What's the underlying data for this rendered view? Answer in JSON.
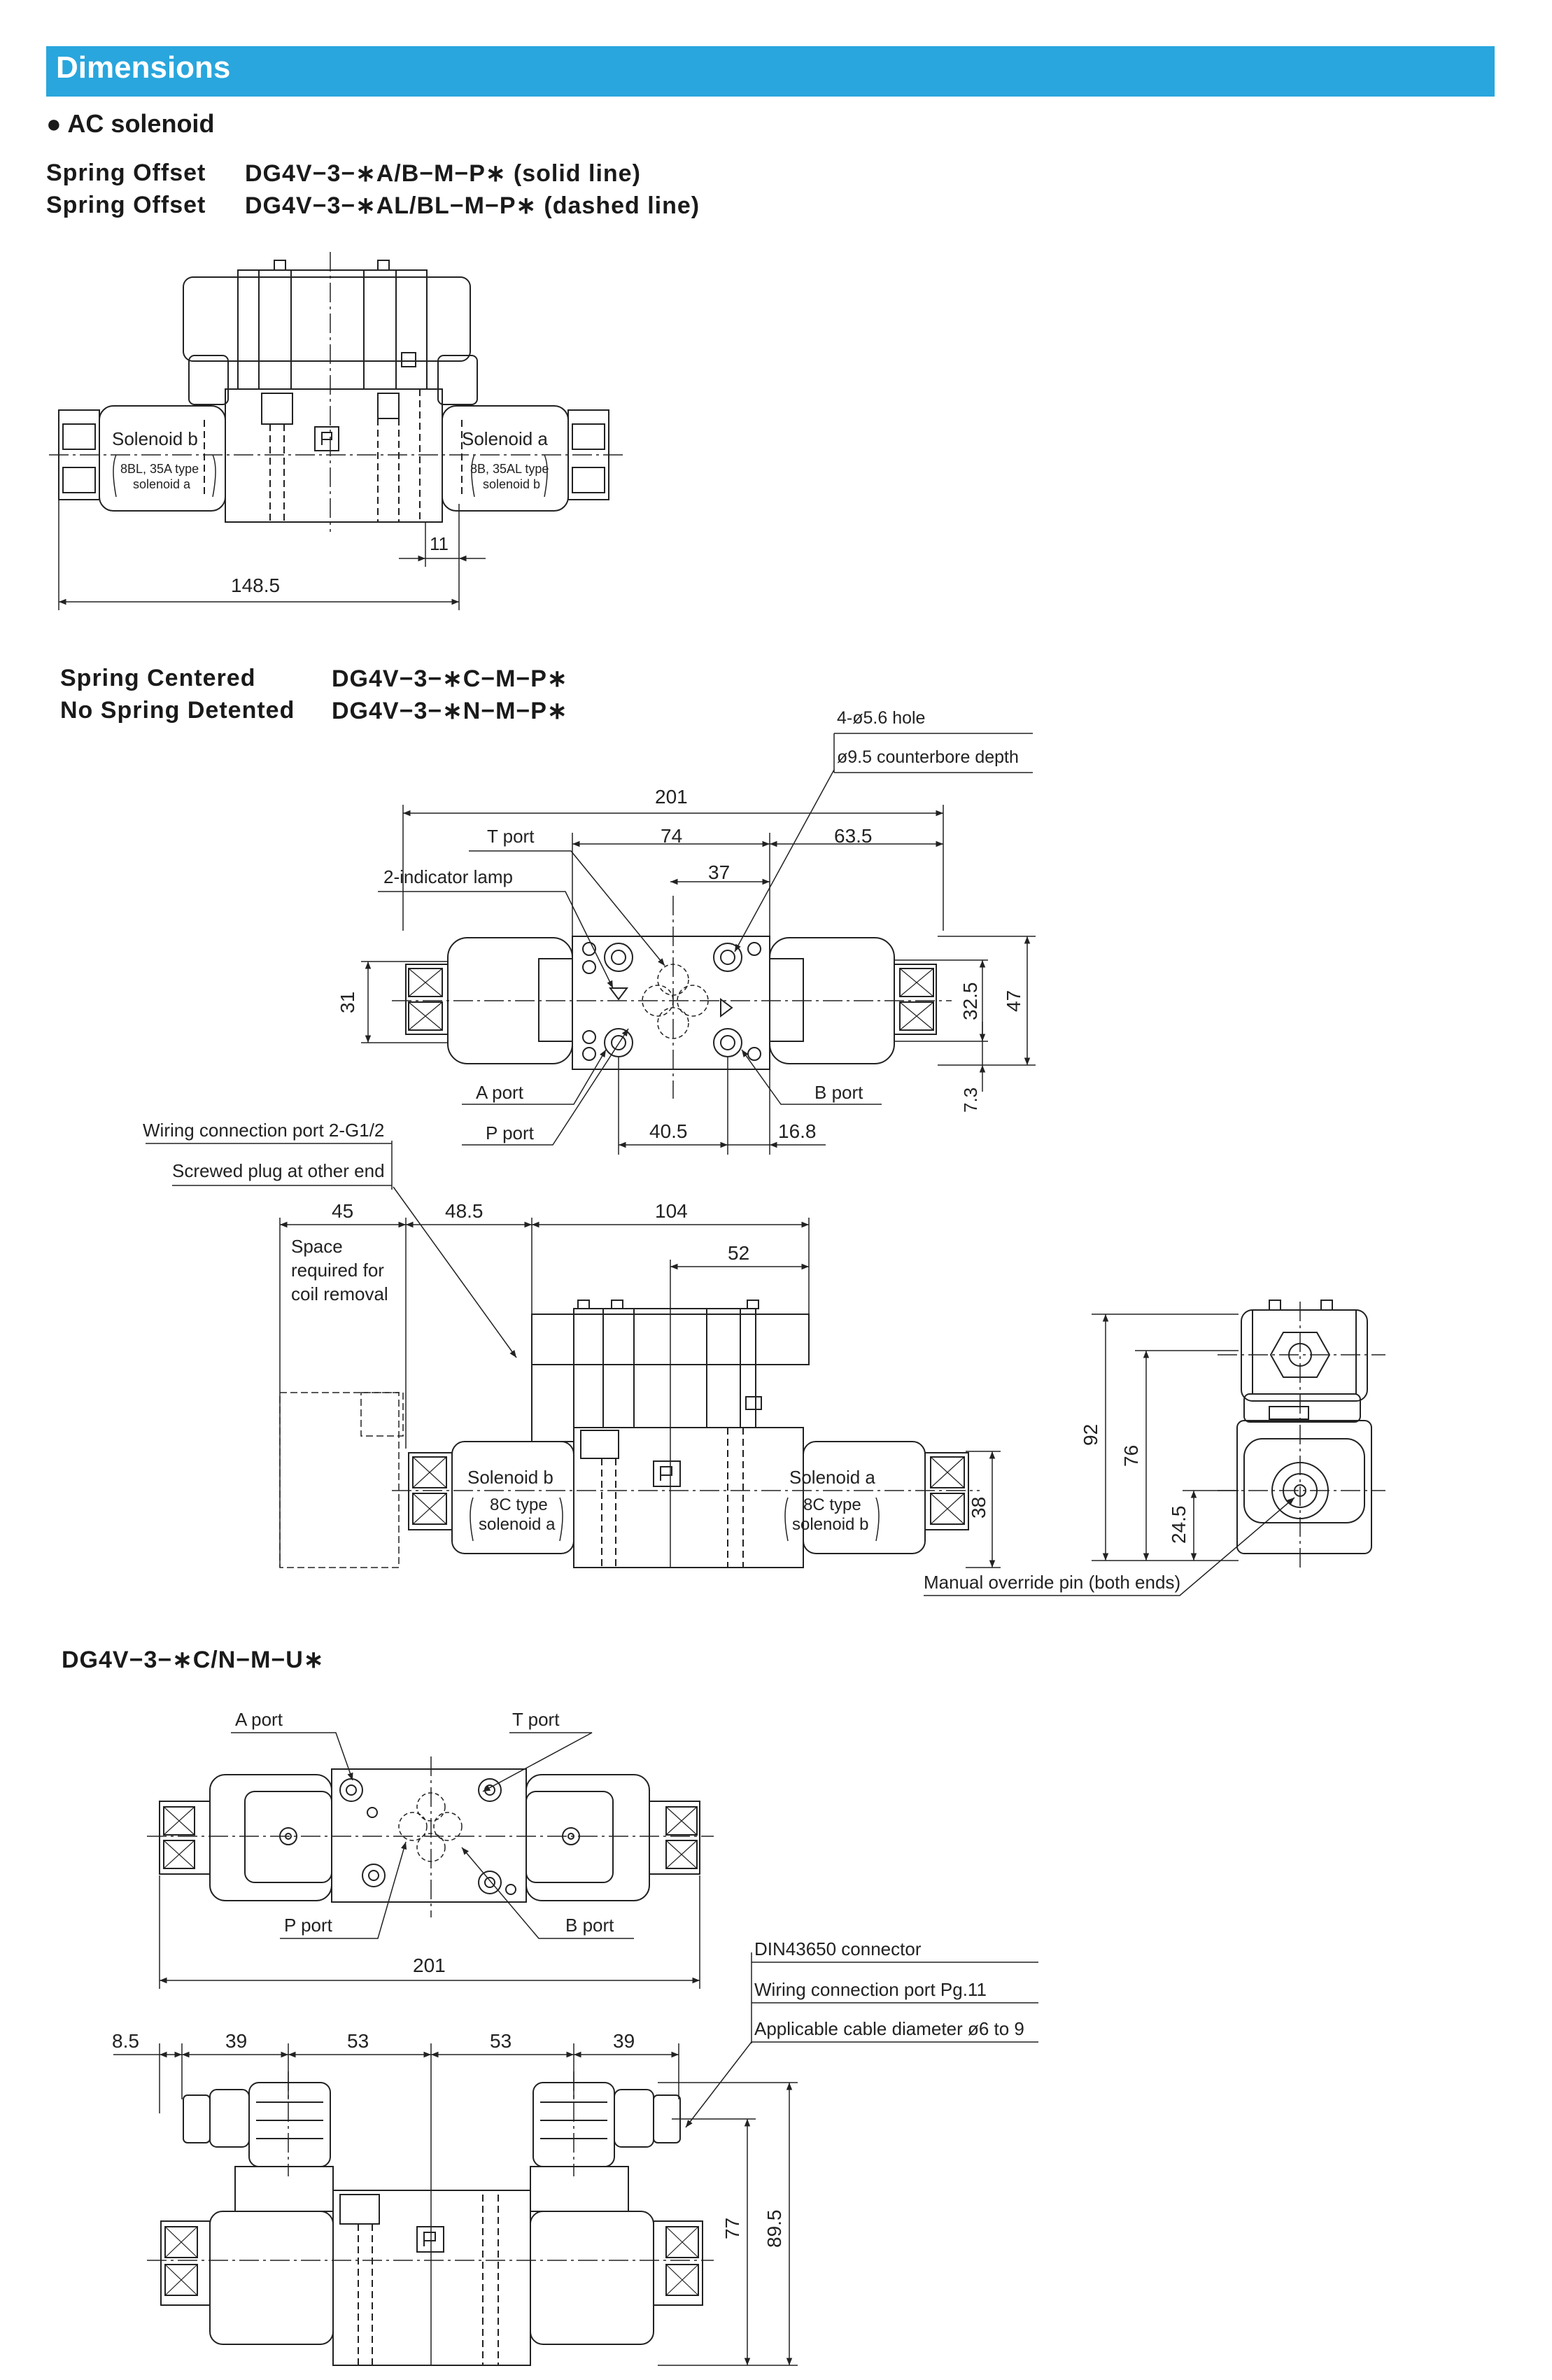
{
  "header": {
    "title": "Dimensions"
  },
  "section": {
    "bullet": "●",
    "label": "AC solenoid"
  },
  "spring_offset": {
    "line1": {
      "name": "Spring Offset",
      "model": "DG4V−3−∗A/B−M−P∗ (solid line)"
    },
    "line2": {
      "name": "Spring Offset",
      "model": "DG4V−3−∗AL/BL−M−P∗ (dashed line)"
    },
    "solenoid_b": "Solenoid b",
    "solenoid_b_note1": "8BL, 35A type",
    "solenoid_b_note2": "solenoid a",
    "solenoid_a": "Solenoid a",
    "solenoid_a_note1": "8B, 35AL type",
    "solenoid_a_note2": "solenoid b",
    "dim_11": "11",
    "dim_148": "148.5"
  },
  "spring_centered": {
    "line1": {
      "name": "Spring Centered",
      "model": "DG4V−3−∗C−M−P∗"
    },
    "line2": {
      "name": "No Spring Detented",
      "model": "DG4V−3−∗N−M−P∗"
    },
    "top_view": {
      "hole": "4-ø5.6 hole",
      "counterbore": "ø9.5 counterbore depth",
      "dim_201": "201",
      "t_port": "T port",
      "dim_74": "74",
      "dim_63": "63.5",
      "indicator": "2-indicator lamp",
      "dim_37": "37",
      "dim_31": "31",
      "dim_32": "32.5",
      "dim_47": "47",
      "a_port": "A port",
      "b_port": "B port",
      "dim_7": "7.3",
      "p_port": "P port",
      "dim_40": "40.5",
      "dim_16": "16.8"
    },
    "front_view": {
      "wiring": "Wiring connection port 2-G1/2",
      "plug": "Screwed plug at other end",
      "dim_45": "45",
      "dim_48": "48.5",
      "dim_104": "104",
      "dim_52": "52",
      "space1": "Space",
      "space2": "required for",
      "space3": "coil removal",
      "sol_b": "Solenoid b",
      "sol_b_n1": "8C type",
      "sol_b_n2": "solenoid a",
      "sol_a": "Solenoid a",
      "sol_a_n1": "8C type",
      "sol_a_n2": "solenoid b",
      "dim_38": "38"
    },
    "side_view": {
      "dim_92": "92",
      "dim_76": "76",
      "dim_24": "24.5",
      "manual": "Manual override pin (both ends)"
    }
  },
  "din_model": {
    "title": "DG4V−3−∗C/N−M−U∗",
    "a_port": "A port",
    "t_port": "T port",
    "p_port": "P port",
    "b_port": "B port",
    "dim_201": "201",
    "connector": "DIN43650 connector",
    "wiring": "Wiring connection port  Pg.11",
    "cable": "Applicable cable diameter  ø6 to 9",
    "dim_8": "8.5",
    "dim_39a": "39",
    "dim_53a": "53",
    "dim_53b": "53",
    "dim_39b": "39",
    "dim_77": "77",
    "dim_89": "89.5"
  },
  "colors": {
    "header_bg": "#29a6dd",
    "line": "#222222"
  }
}
